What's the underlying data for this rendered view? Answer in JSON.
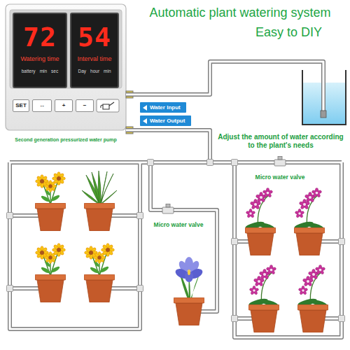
{
  "diagram": {
    "title": "Automatic plant watering system",
    "nodes": [
      {
        "text": [
          "Second generation pressurized water pump"
        ]
      },
      {
        "text": [
          "72",
          "Watering time",
          "battery",
          "min",
          "sec"
        ],
        "in": 0
      },
      {
        "text": [
          "54",
          "Interval time",
          "Day",
          "hour",
          "min"
        ],
        "in": 0
      },
      {
        "text": [
          "SET"
        ],
        "in": 0
      },
      {
        "text": [
          "↔"
        ],
        "in": 0
      },
      {
        "text": [
          "+"
        ],
        "in": 0
      },
      {
        "text": [
          "−"
        ],
        "in": 0
      },
      {
        "text": [
          "Water Input"
        ]
      },
      {
        "text": [
          "Water Output"
        ]
      }
    ],
    "labels": [
      "Easy to DIY",
      "Adjust the amount of water according to the plant's needs",
      "Micro water valve",
      "Micro water valve"
    ]
  }
}
